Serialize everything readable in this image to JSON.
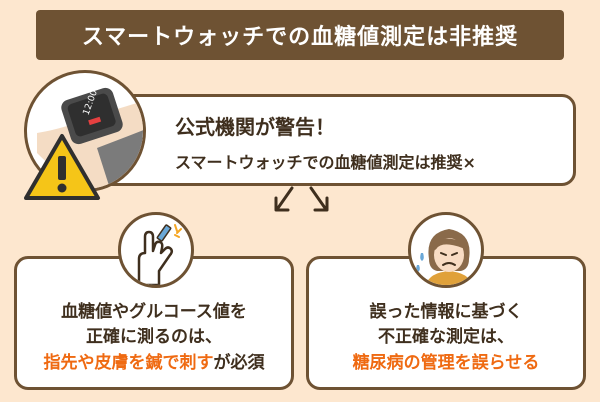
{
  "title": "スマートウォッチでの血糖値測定は非推奨",
  "warning": {
    "heading": "公式機関が警告！",
    "text": "スマートウォッチでの血糖値測定は推奨×"
  },
  "watch": {
    "time": "12:00"
  },
  "left_card": {
    "line1": "血糖値やグルコース値を",
    "line2": "正確に測るのは、",
    "line3_highlight": "指先や皮膚を鍼で刺す",
    "line3_rest": "が必須"
  },
  "right_card": {
    "line1": "誤った情報に基づく",
    "line2": "不正確な測定は、",
    "line3_highlight": "糖尿病の管理を誤らせる"
  },
  "colors": {
    "background": "#fde7cf",
    "brown": "#6e5233",
    "highlight": "#ef6a12",
    "warning_yellow": "#f5c518"
  },
  "icons": [
    "smartwatch-icon",
    "warning-icon",
    "arrow-icon",
    "finger-prick-icon",
    "worried-woman-icon"
  ]
}
